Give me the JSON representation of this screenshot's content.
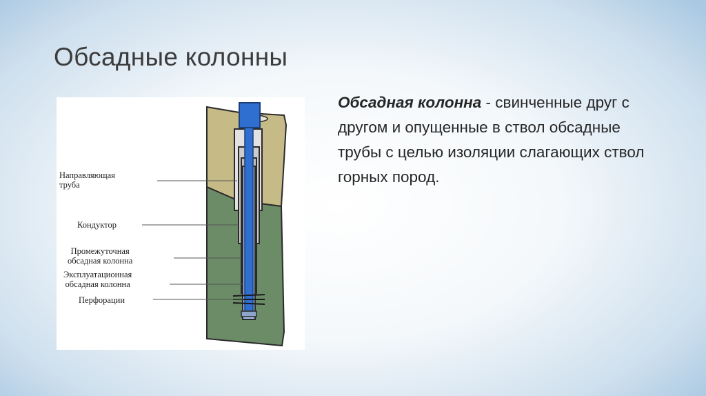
{
  "slide": {
    "title": "Обсадные колонны"
  },
  "diagram": {
    "labels": {
      "guide_pipe_line1": "Направляющая",
      "guide_pipe_line2": "труба",
      "conductor": "Кондуктор",
      "intermediate_line1": "Промежуточная",
      "intermediate_line2": "обсадная колонна",
      "production_line1": "Эксплуатационная",
      "production_line2": "обсадная колонна",
      "perforations": "Перфорации"
    },
    "colors": {
      "topsoil": "#c6bb87",
      "rock": "#6c8c67",
      "pipe_blue": "#2f6fd0",
      "outline": "#2a2a2a",
      "leader_line": "#555555"
    }
  },
  "definition": {
    "term": "Обсадная колонна",
    "separator": " - ",
    "text": "свинченные друг с другом и опущенные в ствол обсадные трубы с целью изоляции слагающих ствол горных пород."
  }
}
